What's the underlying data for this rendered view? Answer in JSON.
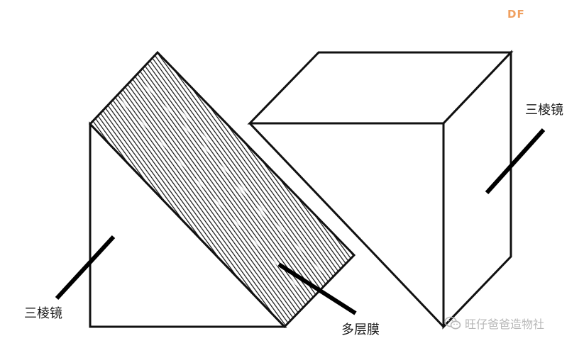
{
  "brand": "DF",
  "labels": {
    "prism_left": "三棱镜",
    "prism_right": "三棱镜",
    "multilayer_film": "多层膜"
  },
  "watermark": {
    "text": "旺仔爸爸造物社",
    "icon": "wechat-icon"
  },
  "colors": {
    "line": "#111111",
    "background": "#ffffff",
    "brand": "#f0a060",
    "watermark": "#b8b8b8"
  }
}
